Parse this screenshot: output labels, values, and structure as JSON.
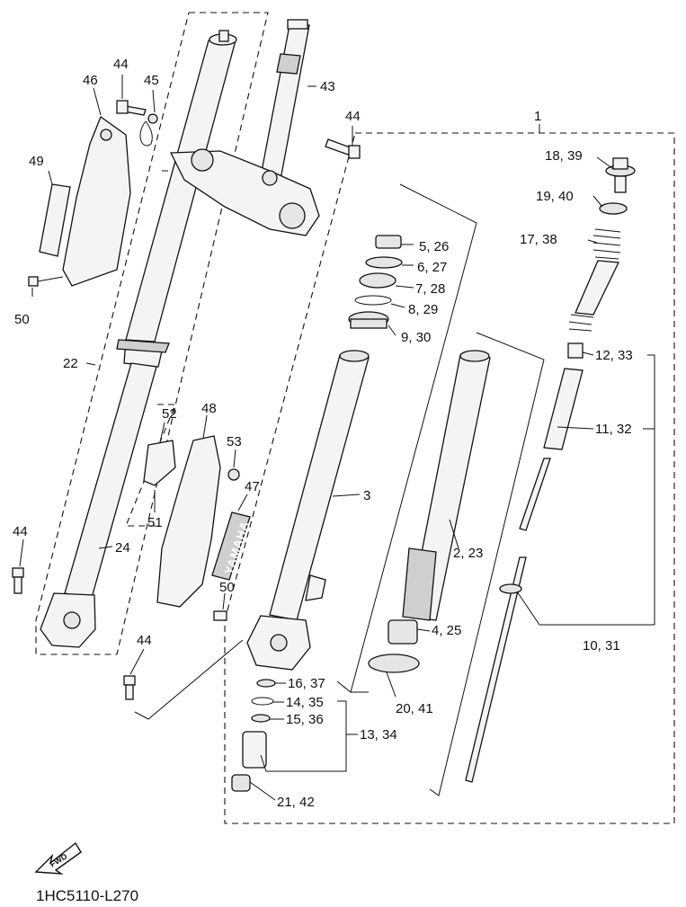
{
  "callouts": {
    "p1": "1",
    "p18_39": "18, 39",
    "p19_40": "19, 40",
    "p17_38": "17, 38",
    "p5_26": "5, 26",
    "p6_27": "6, 27",
    "p7_28": "7, 28",
    "p8_29": "8, 29",
    "p9_30": "9, 30",
    "p12_33": "12, 33",
    "p11_32": "11, 32",
    "p3": "3",
    "p2_23": "2, 23",
    "p4_25": "4, 25",
    "p10_31": "10, 31",
    "p20_41": "20, 41",
    "p16_37": "16, 37",
    "p14_35": "14, 35",
    "p15_36": "15, 36",
    "p13_34": "13, 34",
    "p21_42": "21, 42",
    "p44a": "44",
    "p45": "45",
    "p46": "46",
    "p43": "43",
    "p44b": "44",
    "p49": "49",
    "p50a": "50",
    "p22": "22",
    "p52": "52",
    "p48": "48",
    "p53": "53",
    "p47": "47",
    "p51": "51",
    "p44c": "44",
    "p24": "24",
    "p50b": "50",
    "p44d": "44"
  },
  "fwd_badge": "FWD",
  "brand_decal": "YAMAHA",
  "diagram_code": "1HC5110-L270",
  "icons": [
    "fwd-arrow-icon"
  ]
}
